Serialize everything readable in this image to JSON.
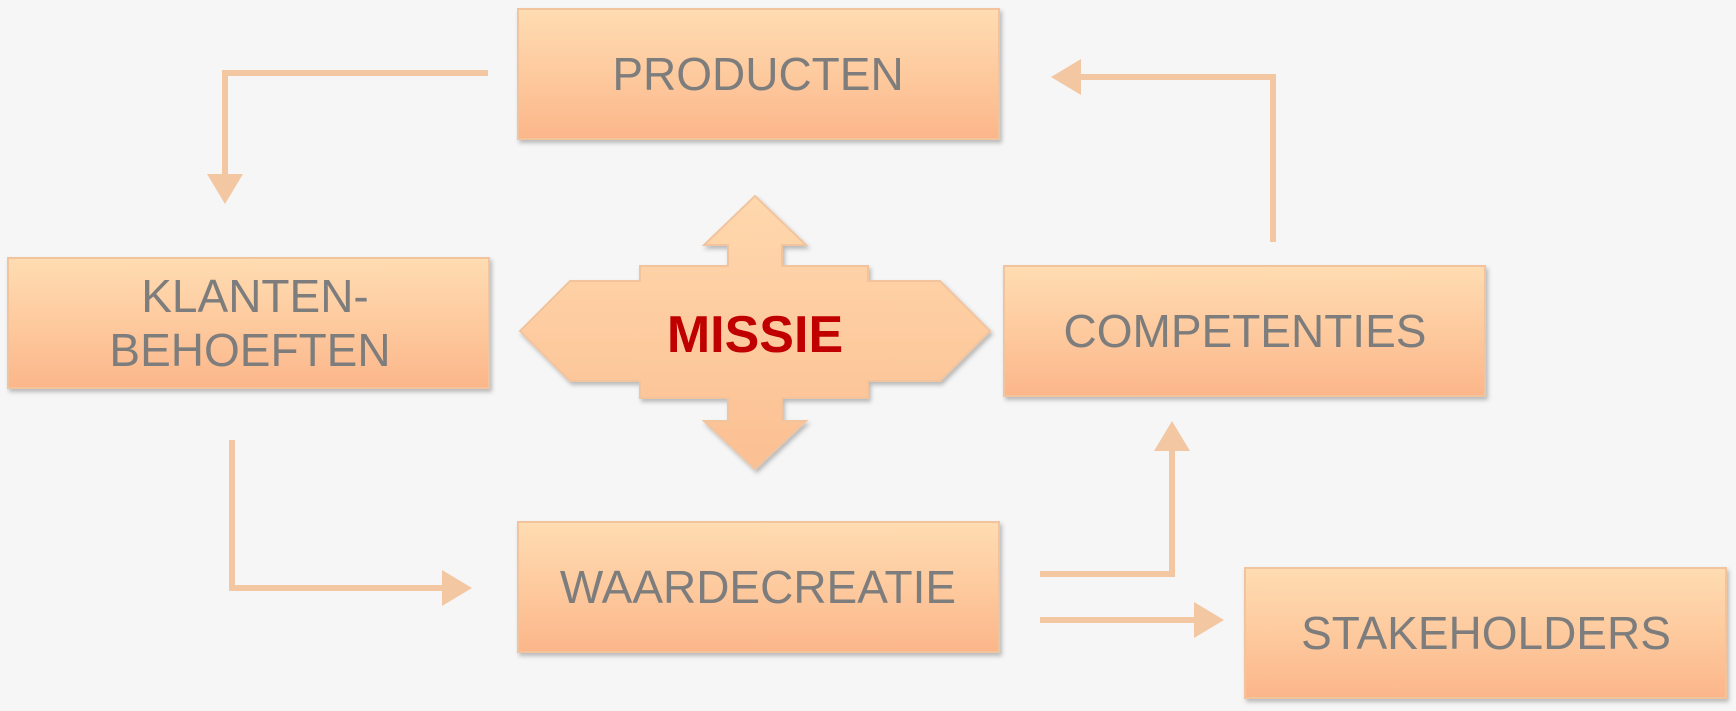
{
  "diagram": {
    "center": {
      "label": "MISSIE"
    },
    "nodes": {
      "producten": {
        "label": "PRODUCTEN"
      },
      "klantenbehoeften": {
        "line1": "KLANTEN-",
        "line2": "BEHOEFTEN"
      },
      "competenties": {
        "label": "COMPETENTIES"
      },
      "waardecreatie": {
        "label": "WAARDECREATIE"
      },
      "stakeholders": {
        "label": "STAKEHOLDERS"
      }
    },
    "flows": [
      {
        "from": "producten",
        "to": "klantenbehoeften"
      },
      {
        "from": "klantenbehoeften",
        "to": "waardecreatie"
      },
      {
        "from": "waardecreatie",
        "to": "competenties"
      },
      {
        "from": "waardecreatie",
        "to": "stakeholders"
      },
      {
        "from": "competenties",
        "to": "producten"
      }
    ]
  },
  "colors": {
    "background": "#f6f6f6",
    "box_gradient_top": "#ffdcb0",
    "box_gradient_bottom": "#fbb98a",
    "box_text": "#7d7d7d",
    "center_text": "#c00000",
    "connector": "#f3c7a2"
  }
}
